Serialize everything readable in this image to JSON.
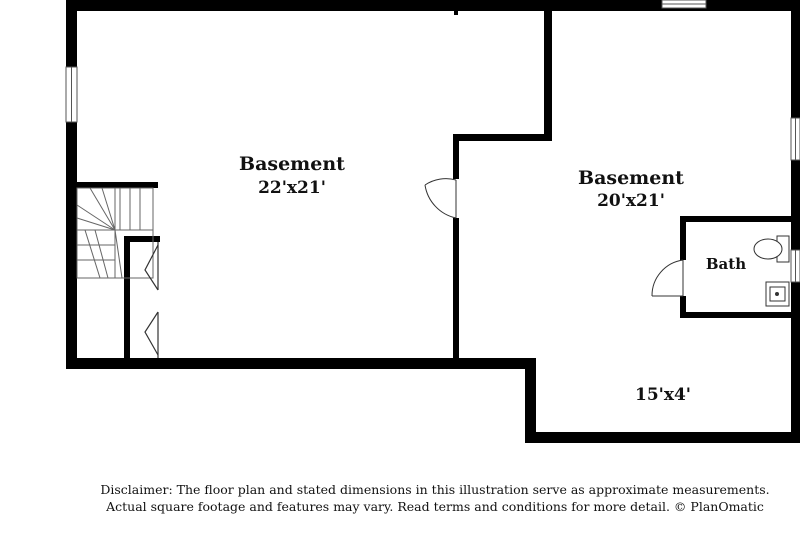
{
  "rooms": {
    "basement_left": {
      "name": "Basement",
      "dimensions": "22'x21'"
    },
    "basement_right": {
      "name": "Basement",
      "dimensions": "20'x21'"
    },
    "bath": {
      "name": "Bath"
    },
    "nook": {
      "dimensions": "15'x4'"
    }
  },
  "disclaimer": {
    "line1": "Disclaimer: The floor plan and stated dimensions in this illustration serve as approximate measurements.",
    "line2": "Actual square footage and features may vary. Read terms and conditions for more detail. © PlanOmatic"
  },
  "colors": {
    "wall": "#000000",
    "background": "#ffffff",
    "fixture_line": "#333333"
  },
  "icons": [
    "stairs-icon",
    "door-swing-icon",
    "window-icon",
    "toilet-icon",
    "sink-icon",
    "bifold-door-icon"
  ]
}
